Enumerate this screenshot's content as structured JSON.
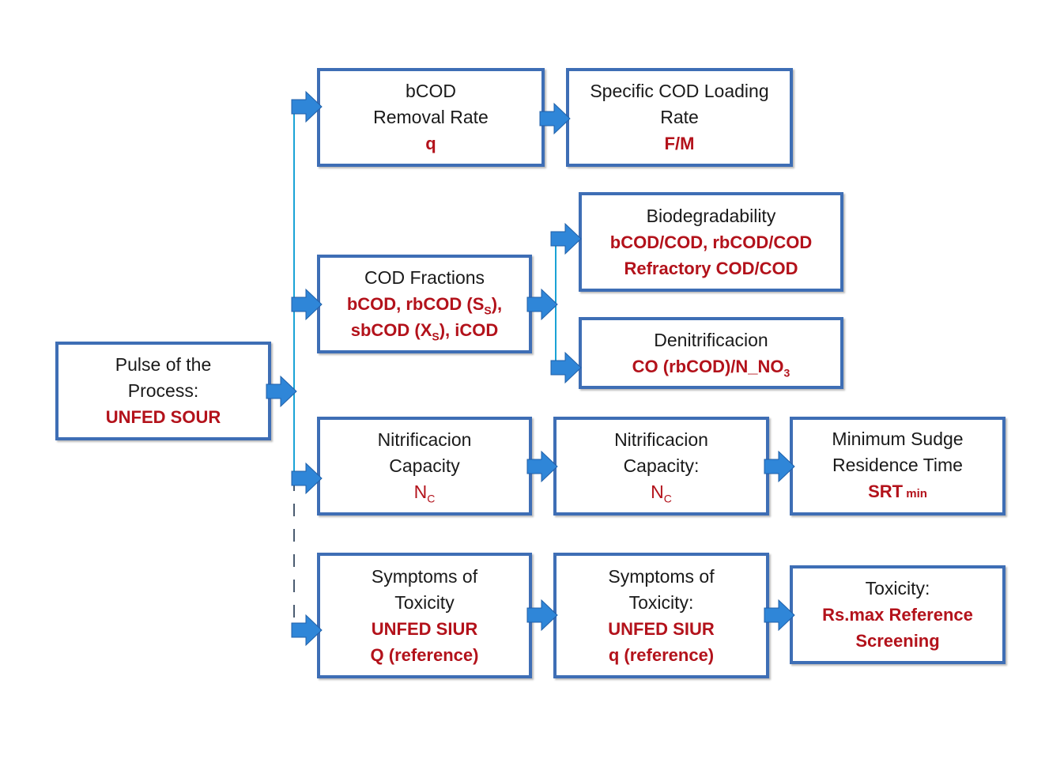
{
  "diagram": {
    "root": {
      "line1": "Pulse of the",
      "line2": "Process:",
      "value": "UNFED SOUR"
    },
    "bcod_removal": {
      "line1": "bCOD",
      "line2": "Removal Rate",
      "value": "q"
    },
    "specific_cod": {
      "line1": "Specific COD Loading",
      "line2": "Rate",
      "value": "F/M"
    },
    "cod_fractions": {
      "title": "COD Fractions",
      "v1_a": "bCOD, rbCOD (S",
      "v1_sub": "S",
      "v1_b": "),",
      "v2_a": "sbCOD (X",
      "v2_sub": "S",
      "v2_b": "), iCOD"
    },
    "biodegradability": {
      "title": "Biodegradability",
      "value1": "bCOD/COD, rbCOD/COD",
      "value2": "Refractory COD/COD"
    },
    "denitrification": {
      "title": "Denitrificacion",
      "value_a": "CO (rbCOD)/N_NO",
      "value_sub": "3"
    },
    "nitrification1": {
      "line1": "Nitrificacion",
      "line2": "Capacity",
      "value": "N",
      "value_sub": "C"
    },
    "nitrification2": {
      "line1": "Nitrificacion",
      "line2": "Capacity:",
      "value": "N",
      "value_sub": "C"
    },
    "min_srt": {
      "line1": "Minimum Sudge",
      "line2": "Residence Time",
      "value": "SRT",
      "value_small": " min"
    },
    "toxicity1": {
      "line1": "Symptoms of",
      "line2": "Toxicity",
      "value1": "UNFED SIUR",
      "value2": "Q (reference)"
    },
    "toxicity2": {
      "line1": "Symptoms of",
      "line2": "Toxicity:",
      "value1": "UNFED SIUR",
      "value2": "q (reference)"
    },
    "toxicity3": {
      "title": "Toxicity:",
      "value1": "Rs.max Reference",
      "value2": "Screening"
    }
  },
  "colors": {
    "border": "#3e6eb5",
    "accent_text": "#b3121b",
    "arrow": "#2f86d8",
    "connector": "#1aa3d6"
  }
}
